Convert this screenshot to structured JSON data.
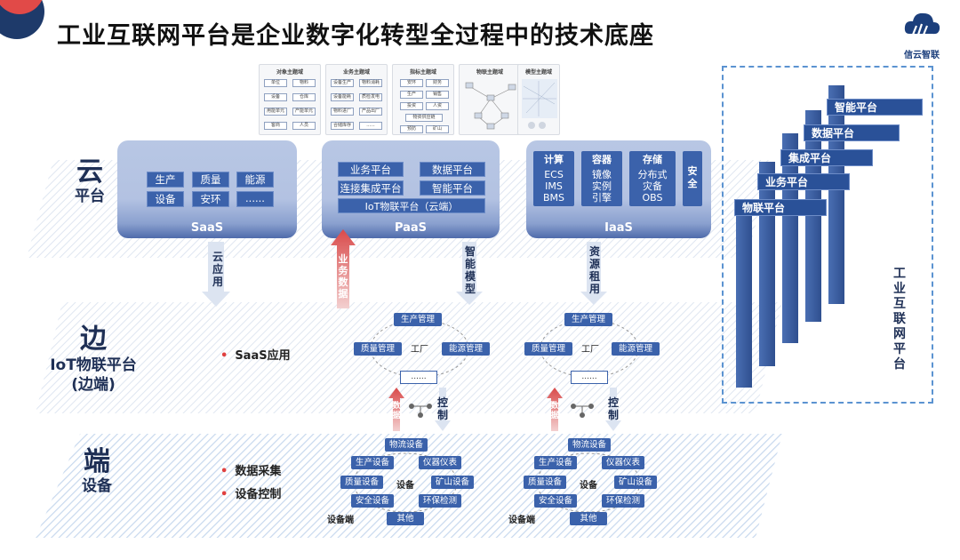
{
  "title": "工业互联网平台是企业数字化转型全过程中的技术底座",
  "logo": {
    "text": "信云智联",
    "icon": "cloud-logo-icon"
  },
  "thumbnails": [
    {
      "title": "对象主题域",
      "cells": [
        "单位",
        "物料",
        "设备",
        "仓库",
        "用能单元",
        "产能单元",
        "客商",
        "人员"
      ]
    },
    {
      "title": "业务主题域",
      "cells": [
        "设备生产",
        "物料消耗",
        "设备能耗",
        "质检发电",
        "物料进厂",
        "产品出厂",
        "合储库存",
        "......"
      ]
    },
    {
      "title": "指标主题域",
      "cells": [
        "安环",
        "财务",
        "生产",
        "销售",
        "投资",
        "人资",
        "物资供应链",
        "",
        "预防",
        "矿山"
      ]
    },
    {
      "title": "物联主题域",
      "cells": []
    },
    {
      "title": "模型主题域",
      "cells": []
    }
  ],
  "layers": {
    "cloud": {
      "line1": "云",
      "line2": "平台"
    },
    "edge": {
      "line1": "边",
      "line2": "IoT物联平台",
      "line3": "(边端)"
    },
    "device": {
      "line1": "端",
      "line2": "设备"
    }
  },
  "saas": {
    "footer": "SaaS",
    "items": [
      "生产",
      "质量",
      "能源",
      "设备",
      "安环",
      "......"
    ]
  },
  "paas": {
    "footer": "PaaS",
    "items": [
      "业务平台",
      "数据平台",
      "连接集成平台",
      "智能平台"
    ],
    "wide": "IoT物联平台（云端）"
  },
  "iaas": {
    "footer": "IaaS",
    "columns": [
      {
        "head": "计算",
        "body": [
          "ECS",
          "IMS",
          "BMS"
        ]
      },
      {
        "head": "容器",
        "body": [
          "镜像",
          "实例",
          "引擎"
        ]
      },
      {
        "head": "存储",
        "body": [
          "分布式",
          "灾备",
          "OBS"
        ]
      },
      {
        "head": "安全",
        "body": []
      }
    ]
  },
  "arrows": {
    "cloud_app": "云应用",
    "biz_data": "业务数据",
    "smart_model": "智能模型",
    "resource_rent": "资源租用",
    "data": "数据",
    "control": "控制"
  },
  "edge": {
    "bullet": "SaaS应用",
    "factory_nodes": [
      "生产管理",
      "质量管理",
      "工厂",
      "能源管理",
      "......"
    ]
  },
  "device": {
    "bullets": [
      "数据采集",
      "设备控制"
    ],
    "nodes": [
      "物流设备",
      "生产设备",
      "仪器仪表",
      "质量设备",
      "设备",
      "矿山设备",
      "安全设备",
      "环保检测",
      "其他"
    ],
    "cluster_label": "设备端"
  },
  "platform_stack": {
    "labels": [
      "智能平台",
      "数据平台",
      "集成平台",
      "业务平台",
      "物联平台"
    ],
    "vertical_title": "工业互联网平台"
  }
}
